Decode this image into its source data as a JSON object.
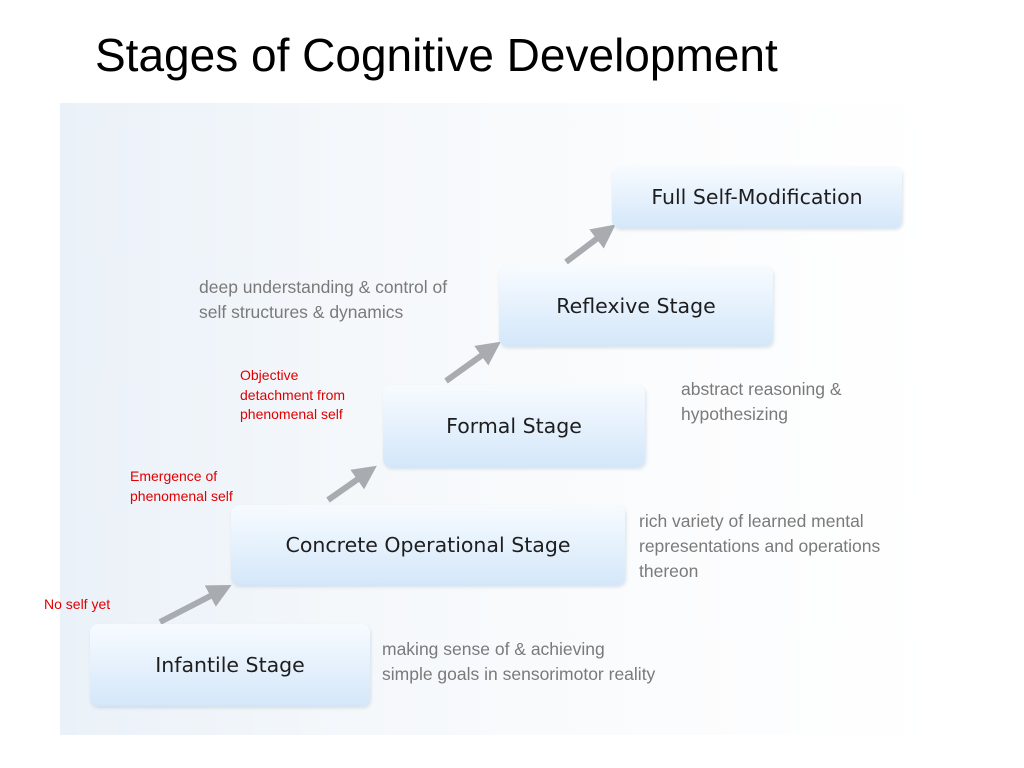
{
  "title": "Stages of Cognitive Development",
  "stages": [
    {
      "label": "Infantile Stage",
      "description": "making sense of & achieving\nsimple goals in sensorimotor reality",
      "note": "No self yet"
    },
    {
      "label": "Concrete Operational Stage",
      "description": "rich variety of learned mental\nrepresentations and operations\nthereon",
      "note": "Emergence of\nphenomenal self"
    },
    {
      "label": "Formal Stage",
      "description": "abstract reasoning &\nhypothesizing",
      "note": "Objective\ndetachment from\nphenomenal self"
    },
    {
      "label": "Reflexive Stage",
      "description": "deep understanding & control of\nself structures & dynamics"
    },
    {
      "label": "Full Self-Modification"
    }
  ],
  "colors": {
    "note": "#e00000",
    "description": "#7a7a7a",
    "arrow": "#a8acb0",
    "box_light": "#f7fbff",
    "box_dark": "#d4e7fa"
  }
}
